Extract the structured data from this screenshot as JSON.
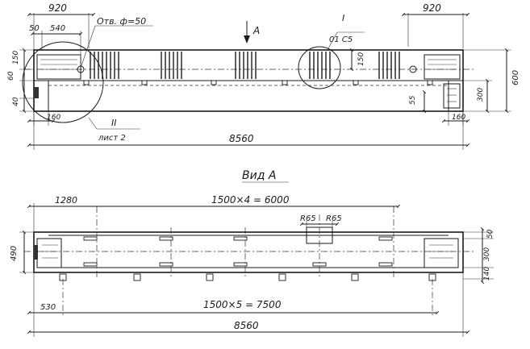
{
  "top_view": {
    "dim_overall": "8560",
    "dim_left_920": "920",
    "dim_right_920": "920",
    "dim_50": "50",
    "dim_540": "540",
    "hole_note": "Отв. ф=50",
    "arrow_label": "A",
    "callout_1_numeral": "I",
    "callout_1_ref": "01 С5",
    "callout_2_numeral": "II",
    "callout_2_ref": "лист 2",
    "left_150": "150",
    "left_60": "60",
    "left_40": "40",
    "left_160": "160",
    "right_150": "150",
    "right_300": "300",
    "right_600": "600",
    "right_55": "55",
    "right_160": "160"
  },
  "view_a": {
    "title": "Вид А",
    "dim_1280": "1280",
    "dim_top_spacing": "1500×4 = 6000",
    "dim_r65_a": "R65",
    "dim_r65_b": "R65",
    "left_490": "490",
    "right_50": "50",
    "right_300": "300",
    "right_140": "140",
    "dim_530": "530",
    "dim_bottom_spacing": "1500×5 = 7500",
    "dim_overall": "8560"
  }
}
